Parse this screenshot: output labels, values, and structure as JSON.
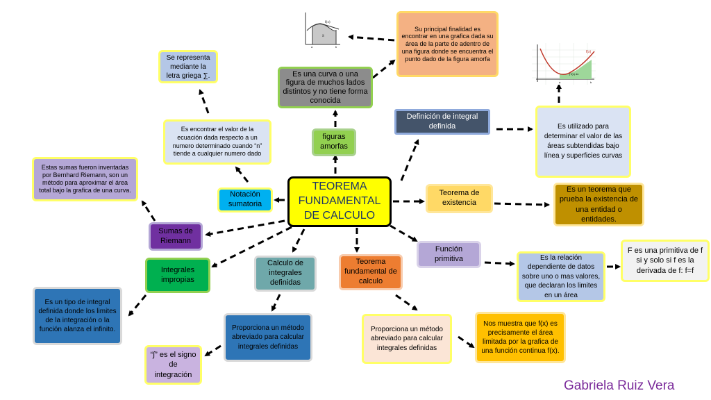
{
  "central": "TEOREMA FUNDAMENTAL DE CALCULO",
  "nodes": {
    "figuras_amorfas": "figuras amorfas",
    "curva_desc": "Es una curva o una figura de muchos lados distintos y no tiene forma conocida",
    "finalidad": "Su principal finalidad es encontrar en una grafica dada su área de la parte de adentro de una figura donde se encuentra el punto dado de la figura amorfa",
    "definicion": "Definición de integral definida",
    "utilizado": "Es  utilizado para determinar el valor de las áreas subtendidas bajo línea y superficies curvas",
    "existencia": "Teorema de existencia",
    "existencia_desc": "Es un teorema que prueba la existencia de una entidad o entidades.",
    "funcion_primitiva": "Función primitiva",
    "relacion": "Es la relación dependiente de datos sobre uno o mas valores, que declaran los limites en un área",
    "primitiva_def": "F es una primitiva de f si y solo si f es la derivada de f: f=f",
    "teorema_fund": "Teorema fundamental de calculo",
    "proporciona_1": "Proporciona un método abreviado para calcular integrales definidas",
    "nos_muestra": "Nos muestra que f(x) es precisamente el área limitada por la grafica de una función continua f(x).",
    "calculo_integrales": "Calculo de integrales definidas",
    "proporciona_2": "Proporciona un método abreviado para calcular integrales definidas",
    "signo": "“∫” es el signo de integración",
    "impropias": "Integrales impropias",
    "impropias_desc": "Es un tipo de integral definida donde los limites de la integración o la función alanza  el infinito.",
    "sumas_riemann": "Sumas de Riemann",
    "sumas_desc": "Estas sumas fueron inventadas por Bernhard Riemann, son un método para aproximar el área total bajo la grafica de una curva.",
    "notacion": "Notación sumatoria",
    "notacion_desc": "Es encontrar el valor de la ecuación dada respecto a un numero determinado cuando “n” tiende a cualquier numero dado",
    "letra_griega": "Se representa mediante la letra griega  ∑."
  },
  "graph1": {
    "fx": "f(x)",
    "area": "S",
    "a": "a",
    "b": "b"
  },
  "graph2": {
    "fx": "f(x)",
    "integral": "∫ f(x) dx",
    "a": "a",
    "b": "b"
  },
  "author": "Gabriela Ruiz Vera",
  "colors": {
    "central_fill": "#ffff00",
    "central_border": "#000000",
    "gray": "#8c8c8c",
    "salmon": "#f4b183",
    "green": "#92d050",
    "navy": "#44546a",
    "light_blue": "#dae3f3",
    "gold": "#ffd966",
    "dark_gold": "#bf9000",
    "lavender": "#b4a7d6",
    "light_yellow_border": "#ffff66",
    "orange": "#ed7d31",
    "peach": "#fbe5d6",
    "amber": "#ffc000",
    "teal": "#6fa8aa",
    "blue": "#2e75b6",
    "dark_teal": "#2f5597",
    "purple": "#7030a0",
    "lilac": "#c9b3e0",
    "cyan": "#00b0f0",
    "light_gray": "#d6dce5",
    "author": "#7a2a9a"
  }
}
